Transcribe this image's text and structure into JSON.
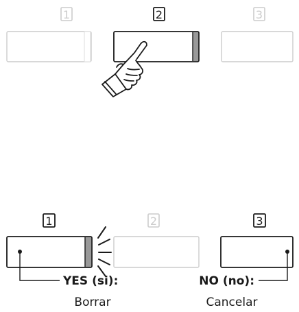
{
  "top_row": {
    "buttons": [
      {
        "number": "1",
        "active": false
      },
      {
        "number": "2",
        "active": true
      },
      {
        "number": "3",
        "active": false
      }
    ]
  },
  "bottom_row": {
    "buttons": [
      {
        "number": "1",
        "active": true
      },
      {
        "number": "2",
        "active": false
      },
      {
        "number": "3",
        "active": true
      }
    ],
    "yes_label": "YES (si):",
    "yes_desc": "Borrar",
    "no_label": "NO (no):",
    "no_desc": "Cancelar"
  },
  "colors": {
    "active": "#1a1a1a",
    "inactive": "#cccccc",
    "indicator": "#999999",
    "inactive_indicator": "#dddddd"
  }
}
